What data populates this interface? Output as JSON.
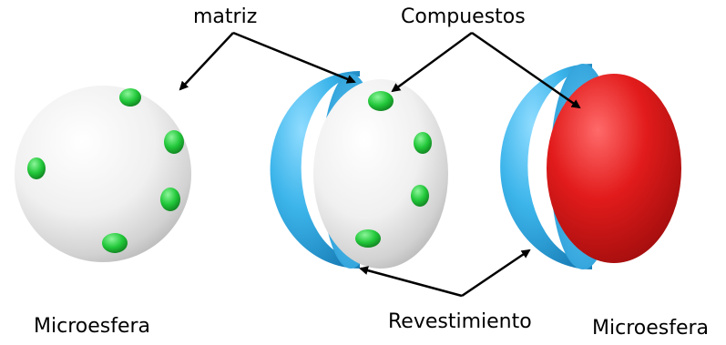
{
  "labels": {
    "matrix": "matriz",
    "compounds": "Compuestos",
    "coating": "Revestimiento",
    "microsphere_left": "Microesfera",
    "microsphere_right": "Microesfera"
  },
  "colors": {
    "matrix_white": "#f4f4f4",
    "compound_green": "#22c83a",
    "coating_blue": "#3bb4ea",
    "core_red": "#e21b1b",
    "arrow": "#000000"
  }
}
